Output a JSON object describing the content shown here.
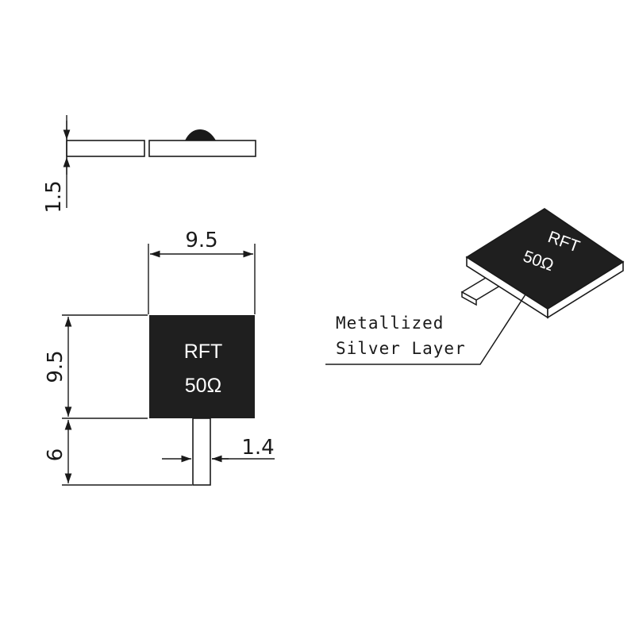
{
  "dimensions": {
    "thickness": "1.5",
    "width": "9.5",
    "height": "9.5",
    "tab_length": "6",
    "tab_width": "1.4"
  },
  "chip": {
    "line1": "RFT",
    "line2": "50Ω"
  },
  "callout": {
    "line1": "Metallized",
    "line2": "Silver Layer"
  },
  "colors": {
    "chip_body": "#1f1f1f",
    "line": "#1a1a1a",
    "tab_fill": "#ffffff"
  }
}
